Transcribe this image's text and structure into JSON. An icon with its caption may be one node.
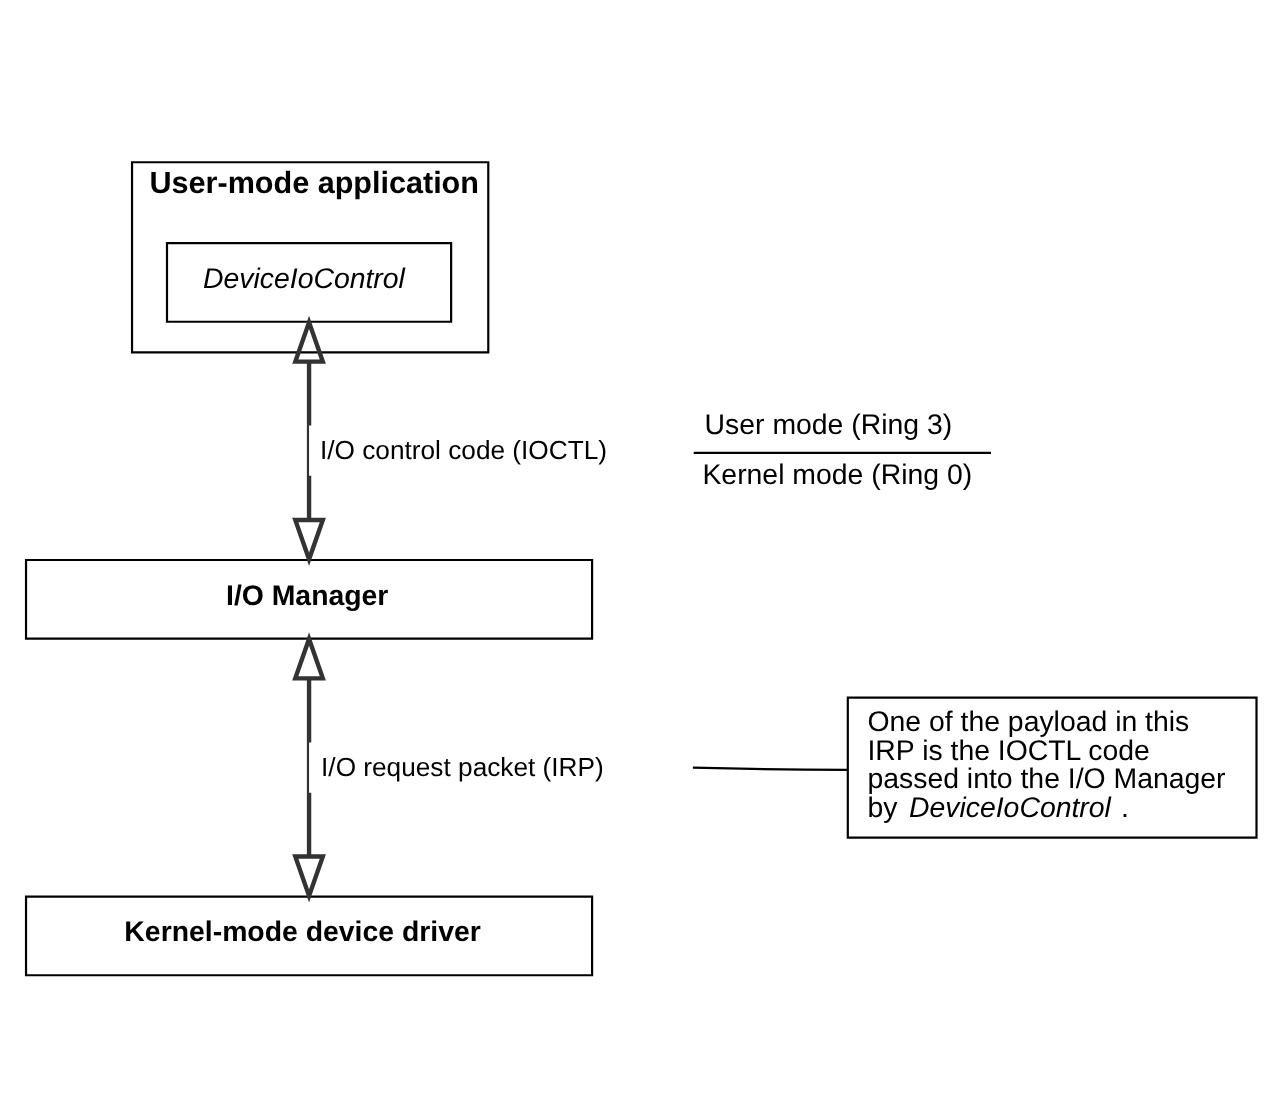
{
  "diagram": {
    "nodes": [
      {
        "text": [
          "User-mode application"
        ]
      },
      {
        "text": [
          "DeviceIoControl"
        ],
        "in": 0
      },
      {
        "text": [
          "I/O Manager"
        ]
      },
      {
        "text": [
          "Kernel-mode device driver"
        ]
      },
      {
        "text": [
          "One of the payload in this IRP is the IOCTL code passed into the I/O Manager by *DeviceIoControl*."
        ]
      }
    ],
    "edges": [
      {
        "from": 1,
        "to": 2,
        "arrow": "both",
        "label": "I/O control code (IOCTL)"
      },
      {
        "from": 2,
        "to": 3,
        "arrow": "both",
        "label": "I/O request packet (IRP)"
      },
      {
        "from": 4,
        "to": null,
        "arrow": "none"
      }
    ],
    "labels": [
      "User mode (Ring 3)",
      "Kernel mode (Ring 0)"
    ]
  }
}
